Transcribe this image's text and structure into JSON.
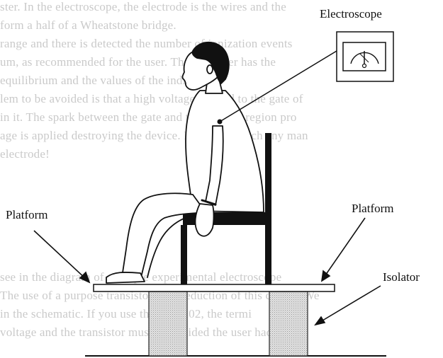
{
  "background_text": [
    "ster. In the electroscope, the electrode is the wires and the",
    "form a half of a Wheatstone bridge.",
    "range and there is detected the number of ionization events",
    "um, as recommended for the user. Then the user has the",
    "equilibrium and the values of the indications",
    "lem to be avoided is that a high voltage applied to the gate of",
    "in it. The spark between the gate and the channel region pro",
    "age is applied destroying the device. No server touch any man",
    "electrode!",
    "",
    "",
    "",
    "",
    "",
    "",
    "see in the diagram of a simple experimental electroscope",
    "The use of a purpose transistor with reduction of this circuit. We",
    "in the schematic. If you use the MPF102, the termi",
    "voltage and the transistor must be avoided the user hadn't"
  ],
  "labels": {
    "electroscope": "Electroscope",
    "platform_left": "Platform",
    "platform_right": "Platform",
    "isolator": "Isolator"
  }
}
